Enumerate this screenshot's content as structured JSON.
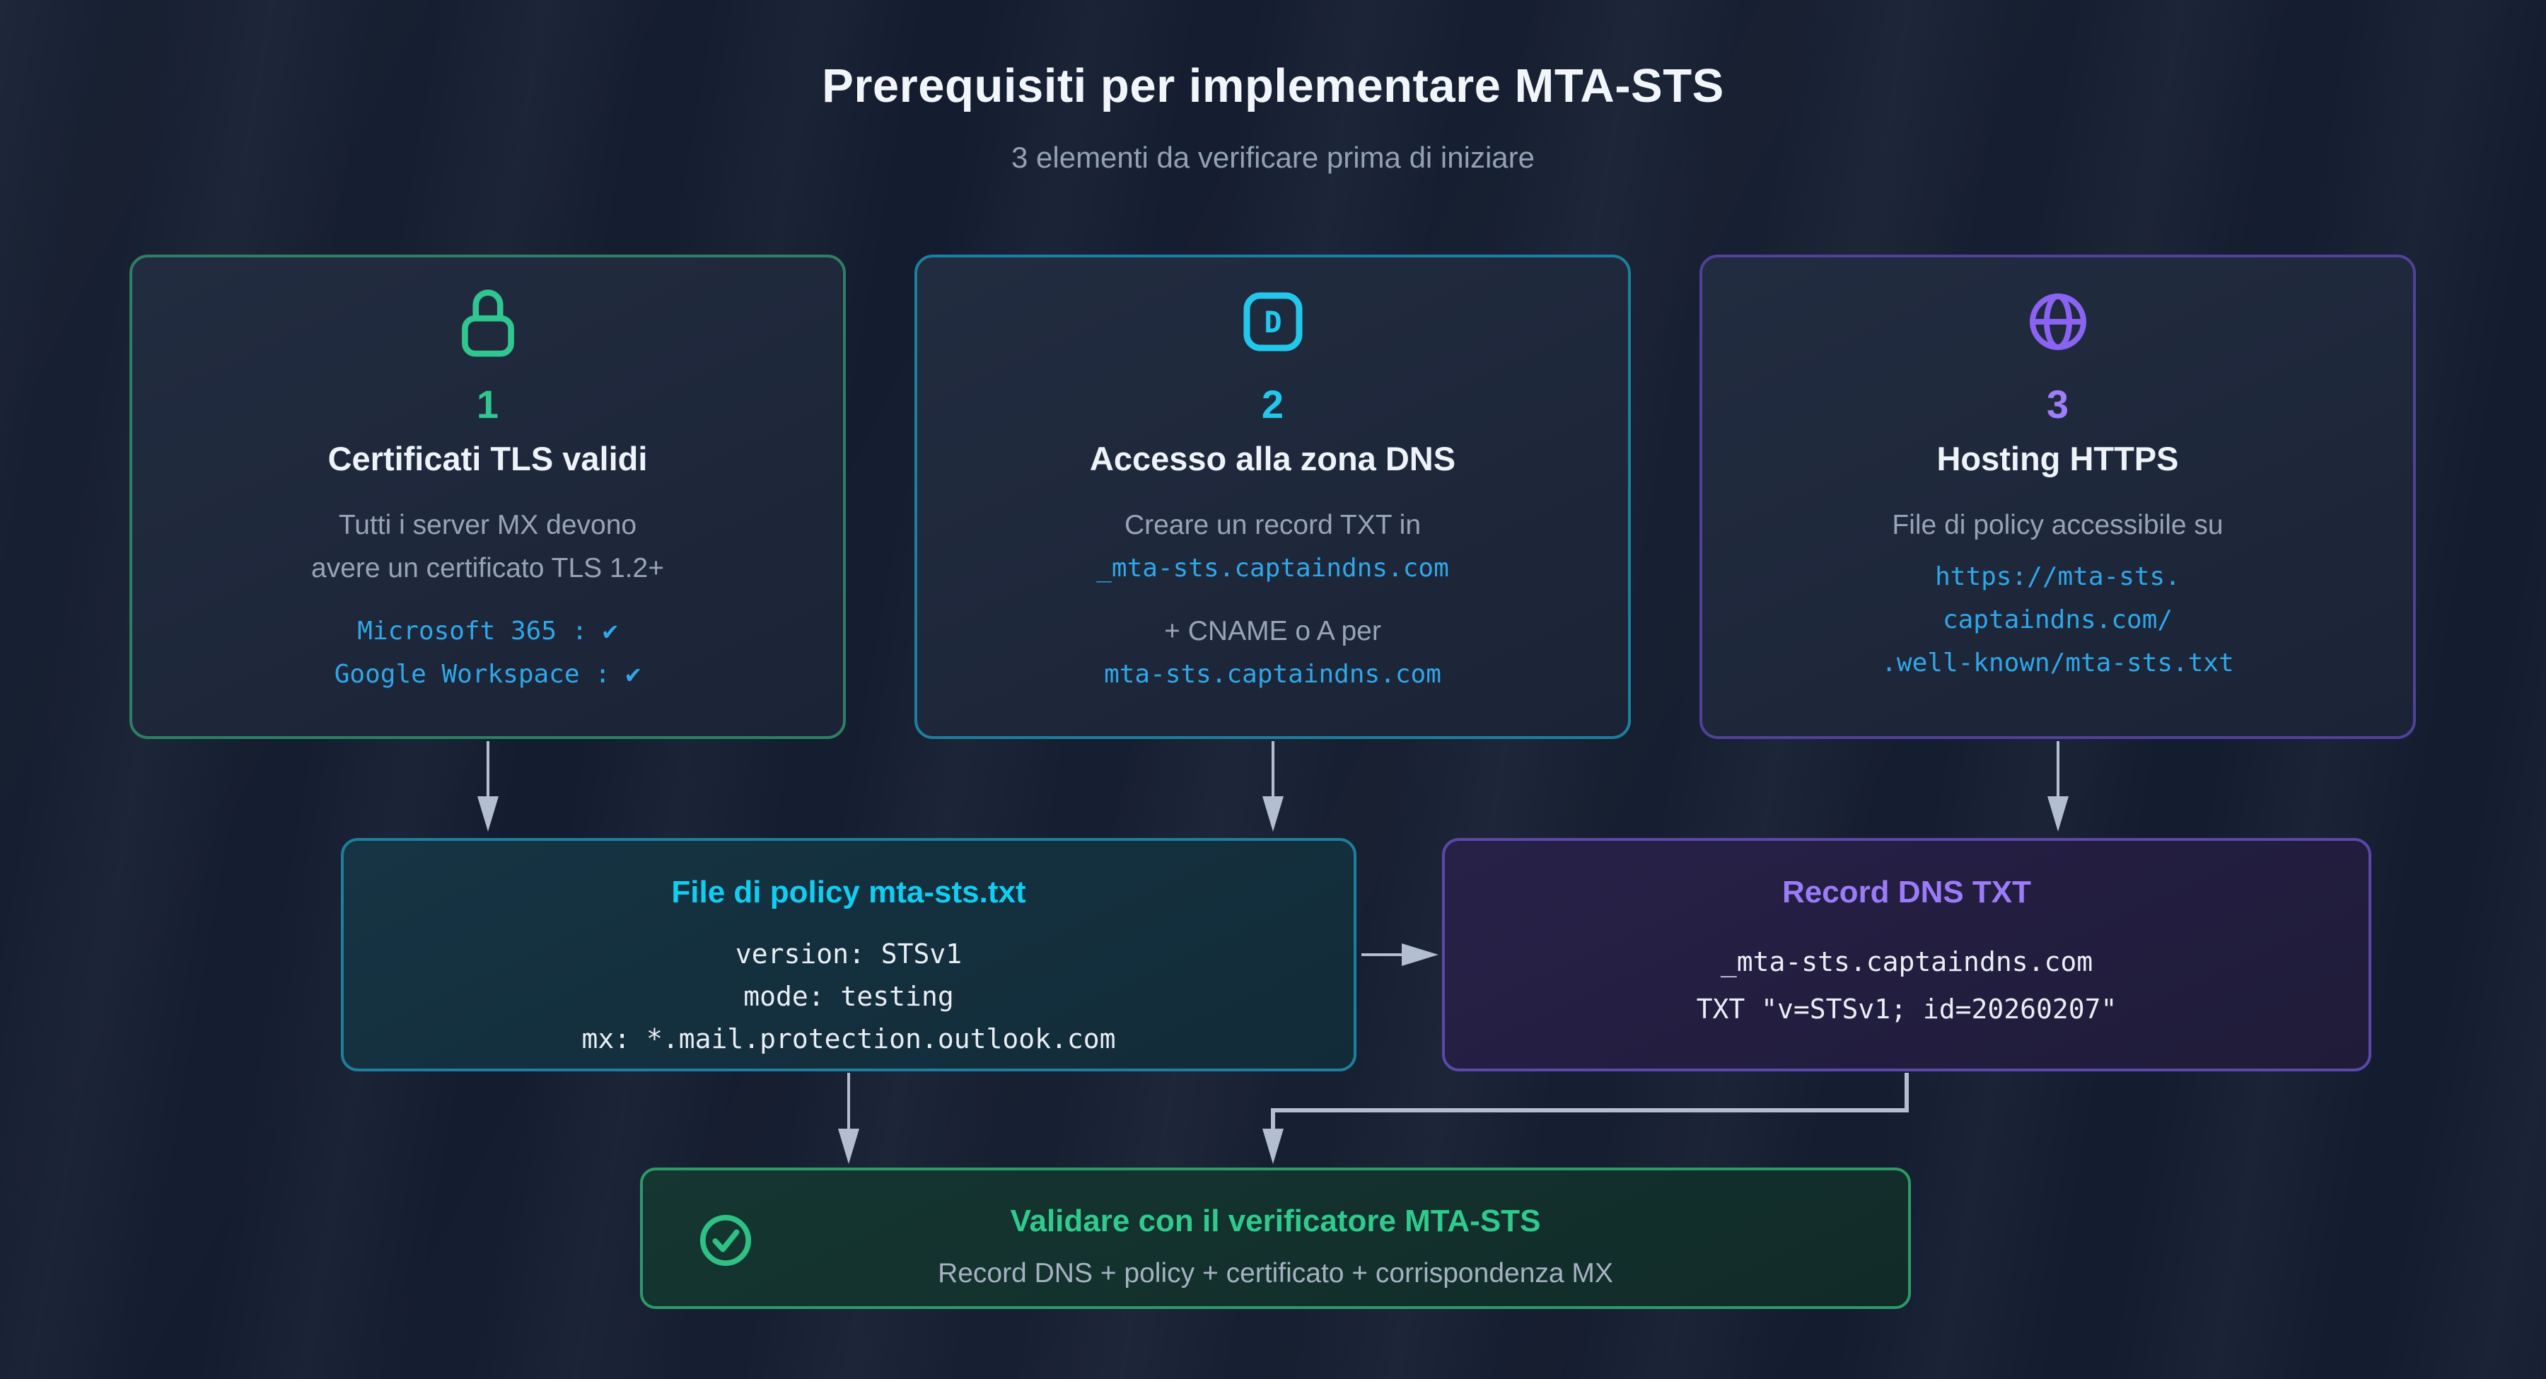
{
  "header": {
    "title": "Prerequisiti per implementare MTA-STS",
    "subtitle": "3 elementi da verificare prima di iniziare"
  },
  "cards": [
    {
      "number": "1",
      "icon": "lock-icon",
      "title": "Certificati TLS validi",
      "body": [
        "Tutti i server MX devono",
        "avere un certificato TLS 1.2+"
      ],
      "mono": [
        "Microsoft 365 : ✔",
        "Google Workspace : ✔"
      ],
      "accent": "#2fc690",
      "border": "#2c8063"
    },
    {
      "number": "2",
      "icon": "dns-letter-icon",
      "icon_letter": "D",
      "title": "Accesso alla zona DNS",
      "body": [
        "Creare un record TXT in",
        "+ CNAME o A per"
      ],
      "mono": [
        "_mta-sts.captaindns.com",
        "mta-sts.captaindns.com"
      ],
      "accent": "#22c8ec",
      "border": "#1d7f9e"
    },
    {
      "number": "3",
      "icon": "globe-icon",
      "title": "Hosting HTTPS",
      "body": [
        "File di policy accessibile su"
      ],
      "mono": [
        "https://mta-sts.",
        "captaindns.com/",
        ".well-known/mta-sts.txt"
      ],
      "accent": "#9d7efb",
      "border": "#514198"
    }
  ],
  "policy_box": {
    "title": "File di policy mta-sts.txt",
    "lines": [
      "version: STSv1",
      "mode: testing",
      "mx: *.mail.protection.outlook.com"
    ],
    "accent": "#11cdf1",
    "border": "#1d7f9e"
  },
  "dns_box": {
    "title": "Record DNS TXT",
    "lines": [
      "_mta-sts.captaindns.com",
      "TXT \"v=STSv1; id=20260207\""
    ],
    "accent": "#9c7bf9",
    "border": "#5a48aa"
  },
  "validation_box": {
    "icon": "check-circle-icon",
    "title": "Validare con il verificatore MTA-STS",
    "subtitle": "Record DNS + policy + certificato + corrispondenza MX",
    "accent": "#2fcb8e",
    "border": "#2b9b68"
  },
  "colors": {
    "background": "#141d2f",
    "mono_link_blue": "#2fa7e8",
    "mono_white": "#e9edf4",
    "heading_white": "#eef3f9",
    "body_gray": "#97a4b7",
    "arrow_gray": "#b3bed0"
  }
}
